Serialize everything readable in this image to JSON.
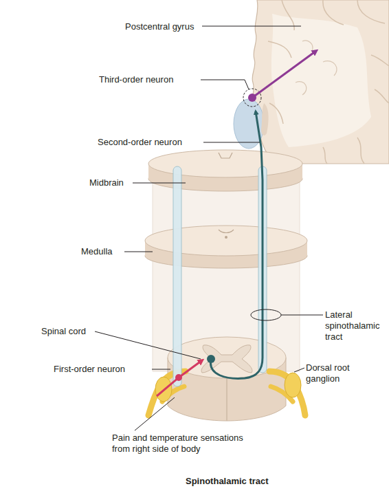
{
  "diagram": {
    "caption": "Spinothalamic tract",
    "labels": [
      "Postcentral gyrus",
      "Third-order neuron",
      "Second-order neuron",
      "Midbrain",
      "Medulla",
      "Lateral spinothalamic tract",
      "Spinal cord",
      "First-order neuron",
      "Dorsal root ganglion",
      "Pain and temperature sensations from right side of body"
    ]
  }
}
